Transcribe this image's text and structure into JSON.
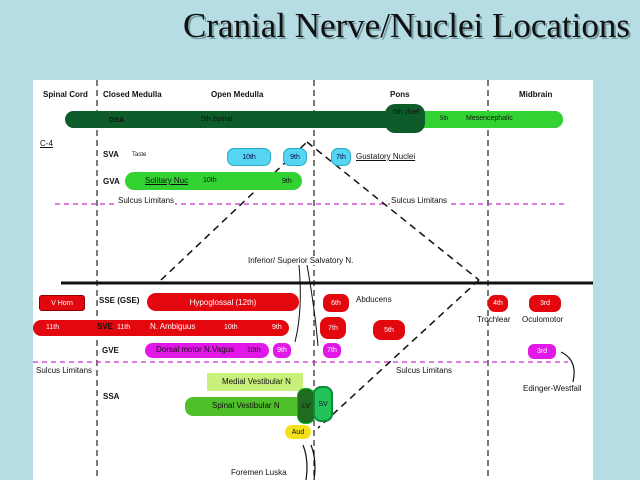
{
  "title": "Cranial Nerve/Nuclei Locations",
  "regions": [
    "Spinal Cord",
    "Closed Medulla",
    "Open Medulla",
    "Pons",
    "Midbrain"
  ],
  "c4": "C-4",
  "rows": {
    "gsa": {
      "label": "GSA",
      "spinal": "5th Spinal",
      "chief": "5th chief",
      "mes5": "5th",
      "mes": "Mesencephalic"
    },
    "sva": {
      "label": "SVA",
      "taste": "Taste",
      "n10": "10th",
      "n9": "9th",
      "n7": "7th",
      "gustatory": "Gustatory Nuclei"
    },
    "gva": {
      "label": "GVA",
      "solitary": "Solitary Nuc",
      "n10": "10th",
      "n9": "9th"
    },
    "sse": {
      "label": "SSE (GSE)",
      "vhorn": "V Horn",
      "hypoglossal": "Hypoglossal (12th)",
      "n6": "6th",
      "abducens": "Abducens",
      "n4": "4th",
      "n3": "3rd",
      "trochlear": "Trochlear",
      "oculomotor": "Oculomotor"
    },
    "sve": {
      "label": "SVE",
      "n11a": "11th",
      "n11b": "11th",
      "ambiguus": "N. Ambiguus",
      "n10": "10th",
      "n9": "9th",
      "n7": "7th",
      "n5": "5th"
    },
    "gve": {
      "label": "GVE",
      "dorsal": "Dorsal motor N.Vagus",
      "n10": "10th",
      "n9": "9th",
      "n7": "7th",
      "n3": "3rd",
      "ew": "Edinger-Westfall"
    },
    "ssa": {
      "label": "SSA",
      "medial": "Medial Vestibular N",
      "spinal": "Spinal Vestibular N",
      "lv": "LV",
      "sv": "SV",
      "aud": "Aud"
    }
  },
  "sulcus": "Sulcus Limitans",
  "salvatory": "Inferior/ Superior  Salvatory N.",
  "luska": "Foremen Luska",
  "colors": {
    "dark_green": "#0d5c2a",
    "light_green": "#33d233",
    "lime": "#c8f07a",
    "cyan": "#55d6f0",
    "red": "#e3070e",
    "magenta": "#e118e8",
    "yellow": "#f2e21a",
    "sulcus": "#cc33cc"
  }
}
